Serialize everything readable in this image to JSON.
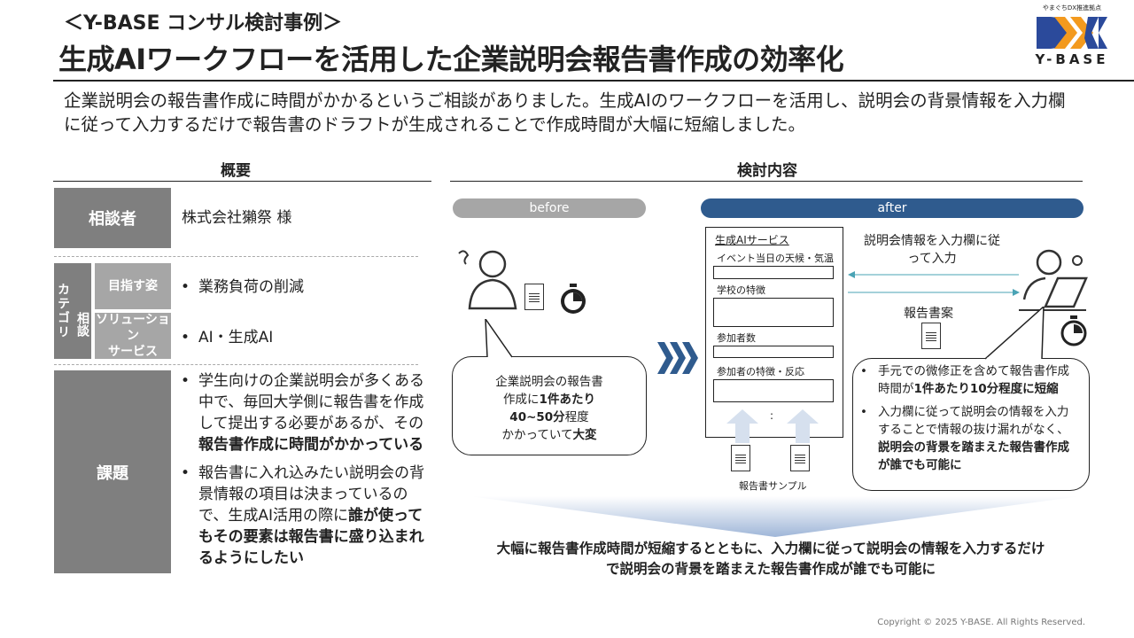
{
  "header": {
    "subtitle": "＜Y-BASE コンサル検討事例＞",
    "title": "生成AIワークフローを活用した企業説明会報告書作成の効率化",
    "logo": {
      "tagline": "やまぐちDX推進拠点",
      "name": "Y-BASE",
      "colors": {
        "blue": "#2b4a9b",
        "orange": "#f39a1e"
      }
    }
  },
  "lead": "企業説明会の報告書作成に時間がかかるというご相談がありました。生成AIのワークフローを活用し、説明会の背景情報を入力欄に従って入力するだけで報告書のドラフトが生成されることで作成時間が大幅に短縮しました。",
  "overview": {
    "heading": "概要",
    "client_label": "相談者",
    "client_value": "株式会社獺祭 様",
    "category_label": "カテゴリ",
    "consult_label": "相談",
    "goal_label": "目指す姿",
    "goal_value": "業務負荷の削減",
    "solution_label": "ソリューションサービス",
    "solution_label_1": "ソリューション",
    "solution_label_2": "サービス",
    "solution_value": "AI・生成AI",
    "issue_label": "課題",
    "issues": [
      {
        "pre": "学生向けの企業説明会が多くある中で、毎回大学側に報告書を作成して提出する必要があるが、その",
        "bold": "報告書作成に時間がかかっている",
        "post": ""
      },
      {
        "pre": "報告書に入れ込みたい説明会の背景情報の項目は決まっているので、生成AI活用の際に",
        "bold": "誰が使ってもその要素は報告書に盛り込まれるようにしたい",
        "post": ""
      }
    ]
  },
  "study": {
    "heading": "検討内容",
    "before_label": "before",
    "after_label": "after",
    "before_bubble": {
      "l1": "企業説明会の報告書",
      "l2a": "作成に",
      "l2b": "1件あたり",
      "l3a": "40~50分",
      "l3b": "程度",
      "l4a": "かかっていて",
      "l4b": "大変"
    },
    "ai_service": {
      "title": "生成AIサービス",
      "fields": [
        "イベント当日の天候・気温",
        "学校の特徴",
        "参加者数",
        "参加者の特徴・反応"
      ],
      "ellipsis": ":",
      "samples_label": "報告書サンプル"
    },
    "input_label": "説明会情報を入力欄に従って入力",
    "draft_label": "報告書案",
    "after_bullets": [
      {
        "pre": "手元での微修正を含めて報告書作成時間が",
        "bold": "1件あたり10分程度に短縮",
        "post": ""
      },
      {
        "pre": "入力欄に従って説明会の情報を入力することで情報の抜け漏れがなく、",
        "bold": "説明会の背景を踏まえた報告書作成が誰でも可能に",
        "post": ""
      }
    ],
    "conclusion_1": "大幅に報告書作成時間が短縮するとともに、入力欄に従って説明会の情報を入力するだけ",
    "conclusion_2": "で説明会の背景を踏まえた報告書作成が誰でも可能に",
    "colors": {
      "after": "#2f5b8e",
      "before": "#a6a6a6",
      "arrow": "#2f5b8e"
    }
  },
  "footer": "Copyright © 2025 Y-BASE. All Rights Reserved."
}
